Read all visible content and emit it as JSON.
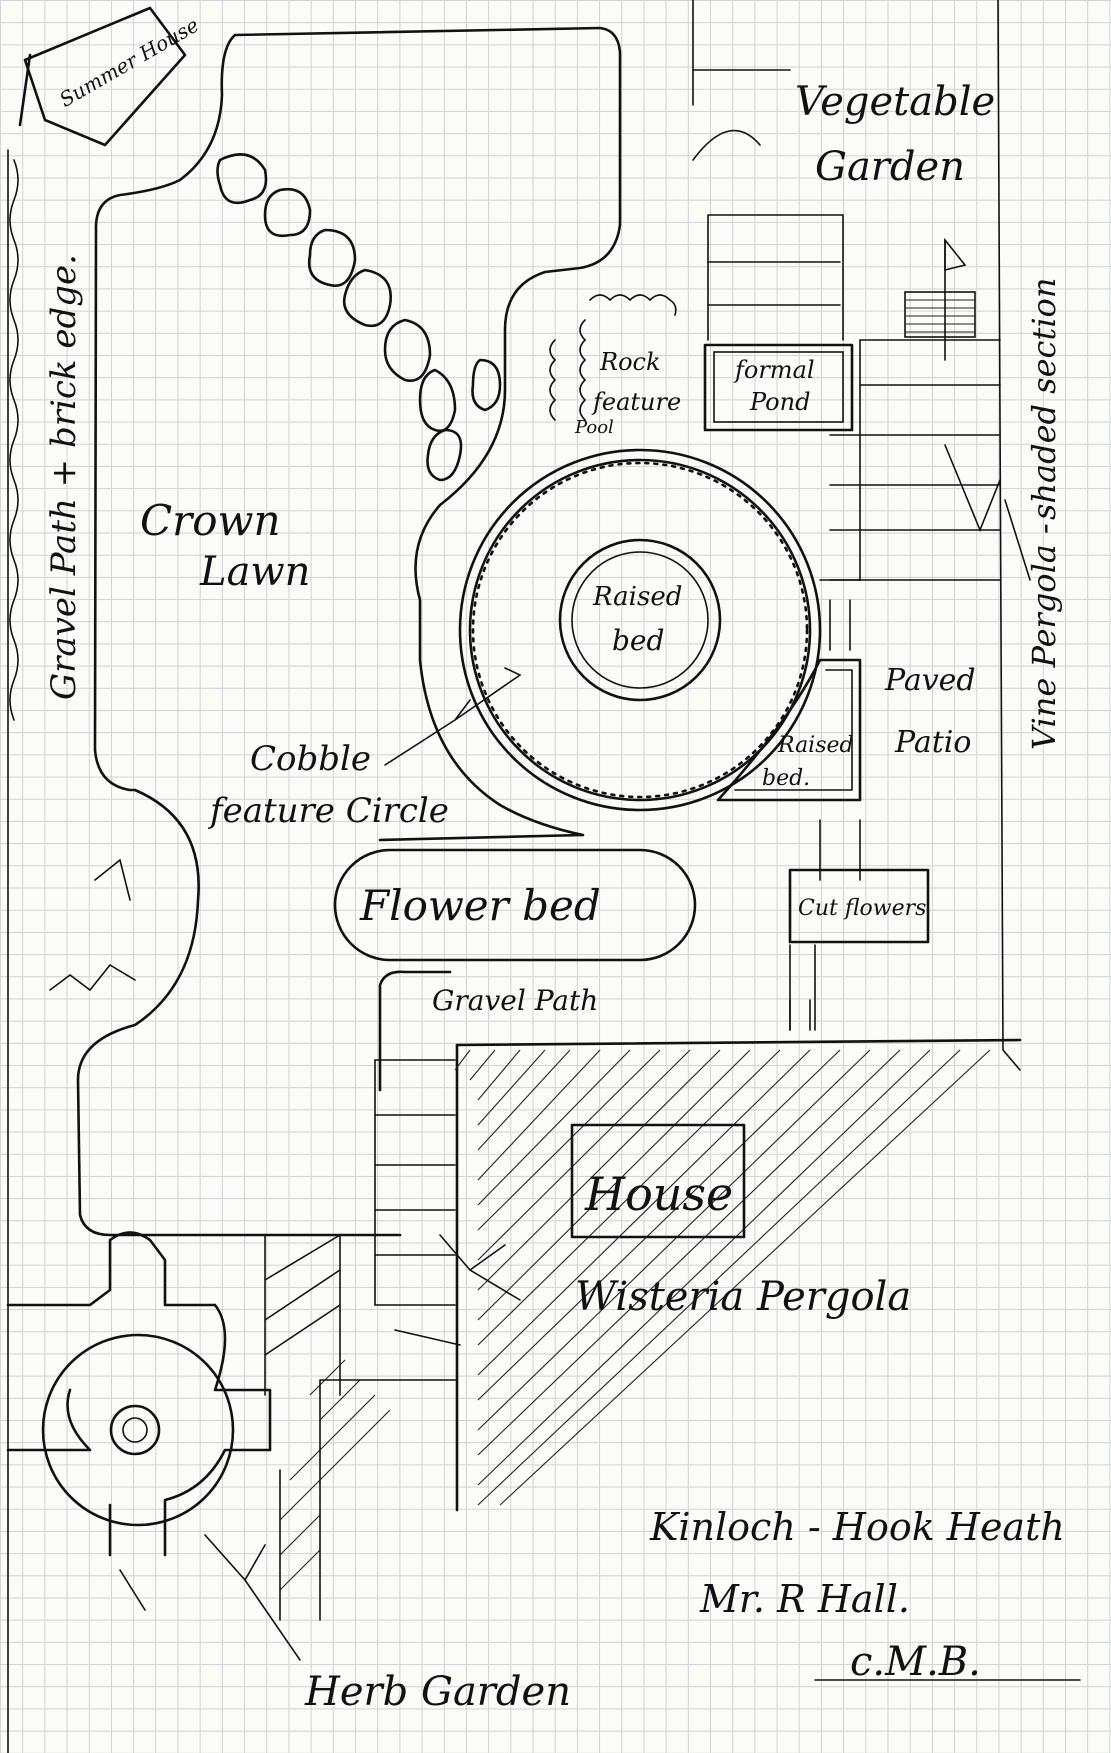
{
  "labels": {
    "summer_house": "Summer House",
    "vegetable_garden_1": "Vegetable",
    "vegetable_garden_2": "Garden",
    "gravel_path_brick_edge": "Gravel Path + brick edge.",
    "shaded_section": "shaded section",
    "vine_pergola": "Vine Pergola -",
    "rock_feature_1": "Rock",
    "rock_feature_2": "feature",
    "rock_feature_3": "Pool",
    "formal_pond_1": "formal",
    "formal_pond_2": "Pond",
    "crown_lawn_1": "Crown",
    "crown_lawn_2": "Lawn",
    "raised_bed_center_1": "Raised",
    "raised_bed_center_2": "bed",
    "paved_patio_1": "Paved",
    "paved_patio_2": "Patio",
    "raised_bed_side_1": "Raised",
    "raised_bed_side_2": "bed.",
    "cobble_circle_1": "Cobble",
    "cobble_circle_2": "feature Circle",
    "flower_bed": "Flower bed",
    "cut_flowers": "Cut flowers",
    "gravel_path": "Gravel Path",
    "house": "House",
    "wisteria_pergola": "Wisteria Pergola",
    "herb_garden": "Herb Garden",
    "title_line1": "Kinloch - Hook Heath",
    "title_line2": "Mr. R Hall.",
    "title_line3": "c.M.B."
  }
}
